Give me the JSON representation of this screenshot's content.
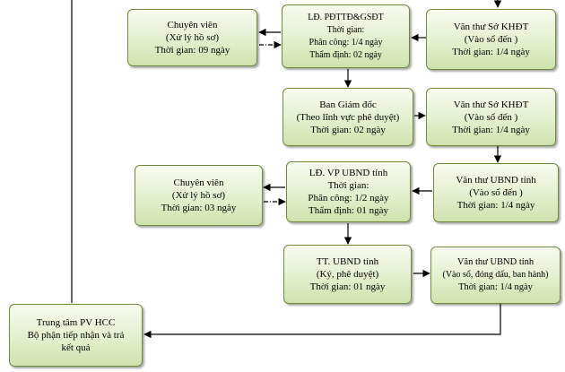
{
  "nodes": {
    "chuyen_vien_1": {
      "title": "Chuyên viên",
      "sub": "(Xử lý hồ sơ)",
      "time": "Thời gian: 09 ngày"
    },
    "ld_pdttd": {
      "title": "LĐ. PĐTTĐ&GSĐT",
      "label": "Thời gian:",
      "assign": "Phân công: 1/4 ngày",
      "review": "Thẩm định: 02 ngày"
    },
    "van_thu_khdt_1": {
      "title": "Văn thư Sở KHĐT",
      "sub": "(Vào sổ đến )",
      "time": "Thời gian: 1/4  ngày"
    },
    "ban_giam_doc": {
      "title": "Ban Giám đốc",
      "sub": "(Theo lĩnh vực phê duyệt)",
      "time": "Thời gian: 02 ngày"
    },
    "van_thu_khdt_2": {
      "title": "Văn thư Sở KHĐT",
      "sub": "(Vào sổ đến )",
      "time": "Thời gian: 1/4 ngày"
    },
    "chuyen_vien_2": {
      "title": "Chuyên viên",
      "sub": "(Xử lý hồ sơ)",
      "time": "Thời gian: 03 ngày"
    },
    "ld_vp_ubnd": {
      "title": "LĐ. VP UBND tỉnh",
      "label": "Thời gian:",
      "assign": "Phân công: 1/2 ngày",
      "review": "Thẩm định: 01 ngày"
    },
    "van_thu_ubnd_1": {
      "title": "Văn thư UBND tỉnh",
      "sub": "(Vào sổ đến )",
      "time": "Thời gian: 1/4 ngày"
    },
    "tt_ubnd": {
      "title": "TT. UBND tỉnh",
      "sub": "(Ký, phê duyệt)",
      "time": "Thời gian: 01 ngày"
    },
    "van_thu_ubnd_2": {
      "title": "Văn thư UBND tỉnh",
      "sub": "(Vào sổ, đóng dấu, ban hành)",
      "time": "Thời gian: 1/4 ngày"
    },
    "trung_tam": {
      "title": "Trung tâm PV HCC",
      "sub1": "Bộ phận tiếp nhận và trả",
      "sub2": "kết quả"
    }
  },
  "colors": {
    "box_border": "#6f8a3c",
    "box_fill_top": "#f7fbef",
    "box_fill_bottom": "#cfe2ad",
    "arrow": "#000000"
  }
}
